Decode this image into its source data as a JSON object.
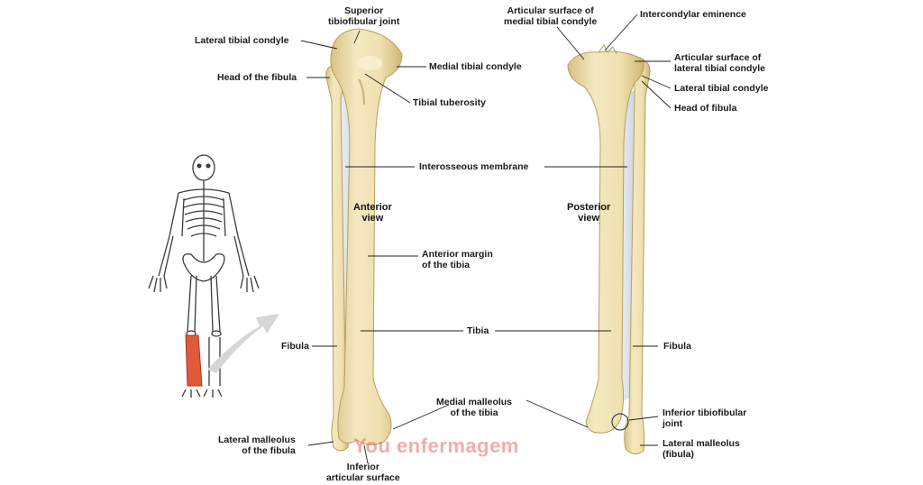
{
  "labels": {
    "lateral_tibial_condyle_left": "Lateral tibial condyle",
    "superior_tibiofibular_joint": "Superior\ntibiofibular joint",
    "head_of_the_fibula": "Head of the fibula",
    "medial_tibial_condyle": "Medial tibial condyle",
    "tibial_tuberosity": "Tibial tuberosity",
    "interosseous_membrane": "Interosseous membrane",
    "anterior_view": "Anterior\nview",
    "posterior_view": "Posterior\nview",
    "anterior_margin": "Anterior margin\nof the tibia",
    "tibia": "Tibia",
    "fibula_left": "Fibula",
    "fibula_right": "Fibula",
    "medial_malleolus": "Medial malleolus\nof the tibia",
    "lateral_malleolus_fibula": "Lateral malleolus\nof the fibula",
    "inferior_articular_surface": "Inferior\narticular surface",
    "articular_surface_medial": "Articular surface of\nmedial tibial condyle",
    "intercondylar_eminence": "Intercondylar eminence",
    "articular_surface_lateral": "Articular surface of\nlateral tibial condyle",
    "lateral_tibial_condyle_right": "Lateral tibial condyle",
    "head_of_fibula_right": "Head of fibula",
    "inferior_tibiofibular_joint": "Inferior tibiofibular\njoint",
    "lateral_malleolus_right": "Lateral malleolus\n(fibula)"
  },
  "watermark": "You enfermagem",
  "colors": {
    "bone": "#efe1b4",
    "bone_shade": "#d9c48c",
    "highlight_leg": "#e0593a",
    "leader_line": "#222222",
    "watermark": "#e46a6a"
  }
}
